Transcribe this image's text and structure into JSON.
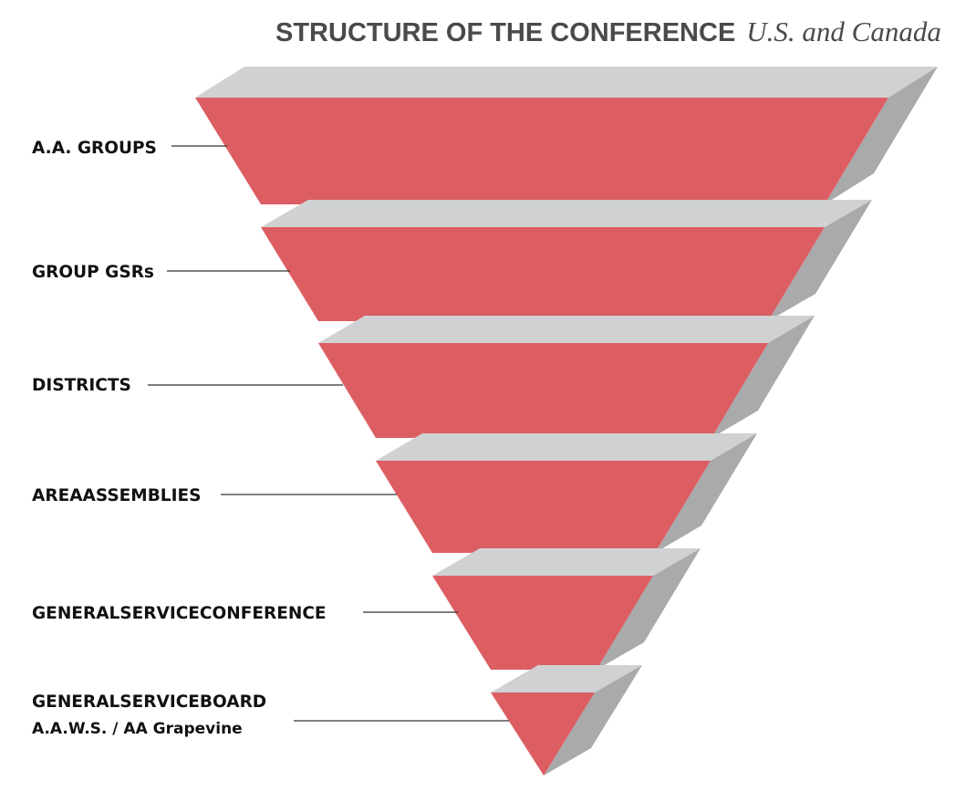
{
  "title": {
    "main": "STRUCTURE OF THE CONFERENCE",
    "sub": "U.S. and Canada"
  },
  "colors": {
    "front": "#dc5e62",
    "top": "#d0d1d3",
    "side": "#a9aaac",
    "text": "#111111",
    "title": "#4a4a4a"
  },
  "levels": [
    {
      "id": "aa-groups",
      "label": "A.A. GROUPS"
    },
    {
      "id": "group-gsrs",
      "label": "GROUP GSRs"
    },
    {
      "id": "districts",
      "label": "DISTRICTS"
    },
    {
      "id": "area-assemblies",
      "label": "AREAASSEMBLIES"
    },
    {
      "id": "general-service-conference",
      "label": "GENERALSERVICECONFERENCE"
    },
    {
      "id": "general-service-board",
      "label": "GENERALSERVICEBOARD",
      "sublabel": "A.A.W.S. / AA Grapevine"
    }
  ]
}
